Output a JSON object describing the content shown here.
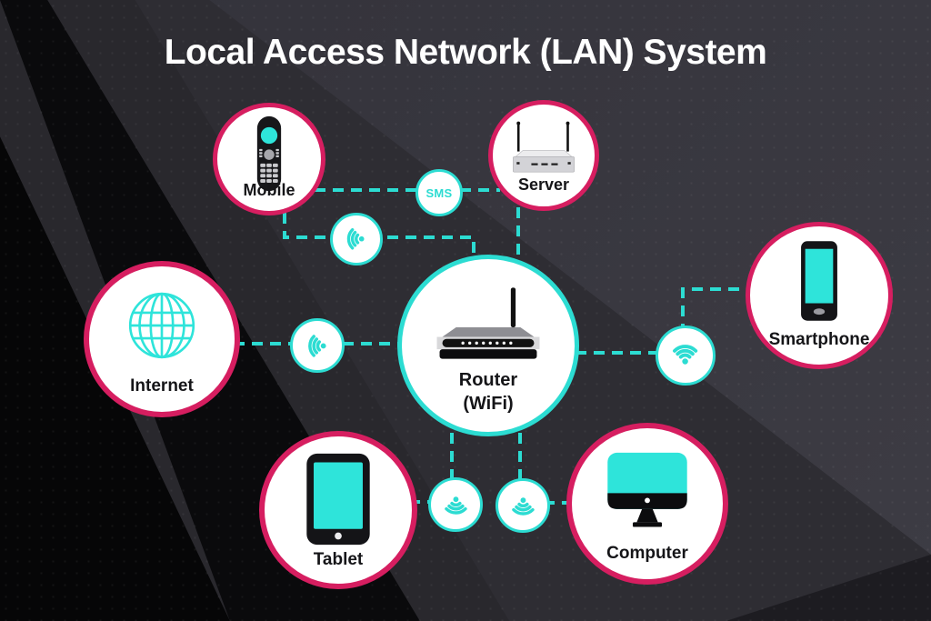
{
  "title": "Local Access Network (LAN) System",
  "colors": {
    "accent_pink": "#d61e60",
    "accent_cyan": "#2cdcd2",
    "screen_cyan": "#2ee4da",
    "background": "#2e2d33",
    "node_fill": "#ffffff",
    "label_text": "#151518"
  },
  "nodes": {
    "mobile": {
      "label": "Mobile",
      "icon": "feature-phone-icon"
    },
    "server": {
      "label": "Server",
      "icon": "server-antenna-icon"
    },
    "internet": {
      "label": "Internet",
      "icon": "globe-icon"
    },
    "router": {
      "label": "Router",
      "label2": "(WiFi)",
      "icon": "wifi-router-icon"
    },
    "smartphone": {
      "label": "Smartphone",
      "icon": "smartphone-icon"
    },
    "tablet": {
      "label": "Tablet",
      "icon": "tablet-icon"
    },
    "computer": {
      "label": "Computer",
      "icon": "desktop-computer-icon"
    }
  },
  "badges": {
    "sms": {
      "label": "SMS"
    },
    "wifi_badge_count": 5,
    "wifi_icon": "wifi-signal-icon"
  },
  "connections": [
    "Mobile — SMS — Server",
    "Mobile — WiFi — Router",
    "Server — Router",
    "Internet — WiFi — Router",
    "Router — WiFi — Smartphone",
    "Router — WiFi — Tablet",
    "Router — WiFi — Computer"
  ]
}
